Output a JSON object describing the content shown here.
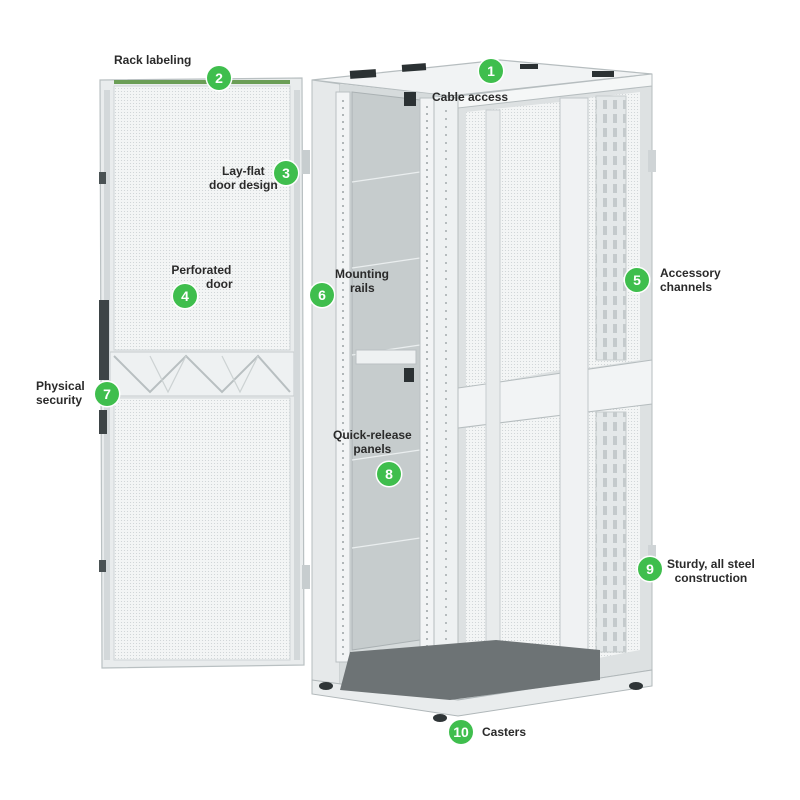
{
  "diagram": {
    "subject": "open server rack cabinet",
    "accent_color": "#3fbe4d",
    "callouts": [
      {
        "number": "1",
        "lines": [
          "Cable access"
        ]
      },
      {
        "number": "2",
        "lines": [
          "Rack labeling"
        ]
      },
      {
        "number": "3",
        "lines": [
          "Lay-flat",
          "door design"
        ]
      },
      {
        "number": "4",
        "lines": [
          "Perforated",
          "door"
        ]
      },
      {
        "number": "5",
        "lines": [
          "Accessory",
          "channels"
        ]
      },
      {
        "number": "6",
        "lines": [
          "Mounting",
          "rails"
        ]
      },
      {
        "number": "7",
        "lines": [
          "Physical",
          "security"
        ]
      },
      {
        "number": "8",
        "lines": [
          "Quick-release",
          "panels"
        ]
      },
      {
        "number": "9",
        "lines": [
          "Sturdy, all steel",
          "construction"
        ]
      },
      {
        "number": "10",
        "lines": [
          "Casters"
        ]
      }
    ]
  }
}
